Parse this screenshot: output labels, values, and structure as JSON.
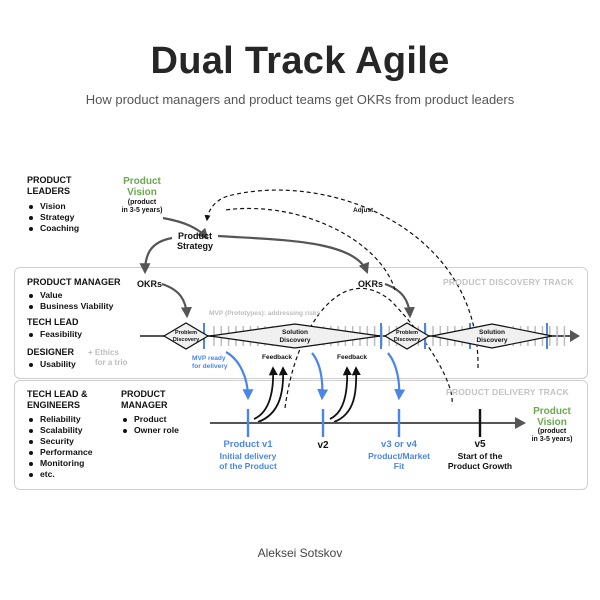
{
  "title": "Dual Track Agile",
  "subtitle": "How product managers and product teams get OKRs from product leaders",
  "author": "Aleksei Sotskov",
  "colors": {
    "blue": "#4a86e8",
    "green": "#6aa84f",
    "grey": "#bdbdbd",
    "dark": "#444444"
  },
  "leaders": {
    "heading": [
      "PRODUCT",
      "LEADERS"
    ],
    "items": [
      "Vision",
      "Strategy",
      "Coaching"
    ]
  },
  "vision_top": {
    "label": [
      "Product",
      "Vision"
    ],
    "note": [
      "(product",
      "in 3-5 years)"
    ]
  },
  "strategy": [
    "Product",
    "Strategy"
  ],
  "adjust": "Adjust",
  "okrs_left": "OKRs",
  "okrs_right": "OKRs",
  "discovery": {
    "track_label": "PRODUCT DISCOVERY TRACK",
    "pm_heading": "PRODUCT MANAGER",
    "pm_items": [
      "Value",
      "Business Viability"
    ],
    "tl_heading": "TECH LEAD",
    "tl_items": [
      "Feasibility"
    ],
    "designer_heading": "DESIGNER",
    "designer_items": [
      "Usability"
    ],
    "ethics": [
      "+ Ethics",
      "for a trio"
    ],
    "mvp_note": "MVP (Prototypes): addressing risks",
    "problem_1": [
      "Problem",
      "Discovery"
    ],
    "solution_1": [
      "Solution",
      "Discovery"
    ],
    "problem_2": [
      "Problem",
      "Discovery"
    ],
    "solution_2": [
      "Solution",
      "Discovery"
    ]
  },
  "delivery": {
    "track_label": "PRODUCT DELIVERY TRACK",
    "eng_heading": [
      "TECH LEAD &",
      "ENGINEERS"
    ],
    "eng_items": [
      "Reliability",
      "Scalability",
      "Security",
      "Performance",
      "Monitoring",
      "etc."
    ],
    "pm_heading": [
      "PRODUCT",
      "MANAGER"
    ],
    "pm_items": [
      "Product",
      "Owner role"
    ],
    "mvp_ready": [
      "MVP ready",
      "for delivery"
    ],
    "feedback_1": "Feedback",
    "feedback_2": "Feedback",
    "v1": [
      "Product v1",
      "Initial delivery",
      "of the Product"
    ],
    "v2": "v2",
    "v3": [
      "v3 or v4",
      "Product/Market",
      "Fit"
    ],
    "v5": [
      "v5",
      "Start of the",
      "Product Growth"
    ],
    "vision_end": {
      "label": [
        "Product",
        "Vision"
      ],
      "note": [
        "(product",
        "in 3-5 years)"
      ]
    }
  }
}
